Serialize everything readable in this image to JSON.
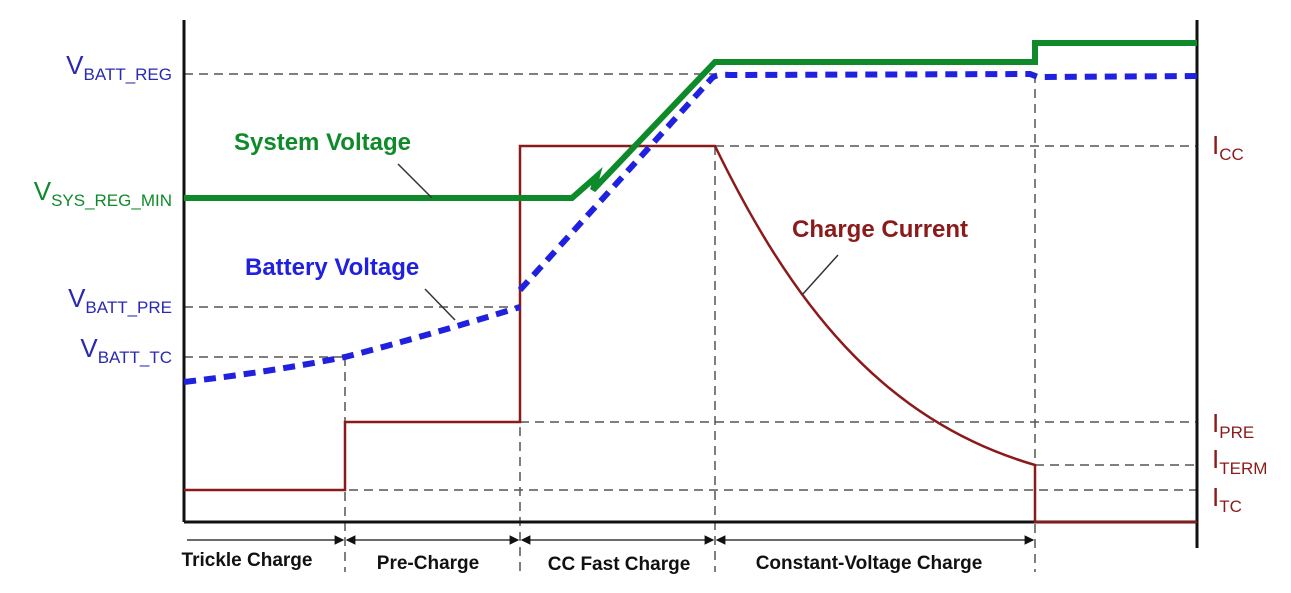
{
  "colors": {
    "system_voltage": "#0f8a2a",
    "battery_voltage": "#2020e0",
    "charge_current": "#8b1a1a",
    "left_label_blue": "#2a2ab0"
  },
  "left_labels": {
    "vbatt_reg": {
      "main": "V",
      "sub": "BATT_REG"
    },
    "vsys_reg_min": {
      "main": "V",
      "sub": "SYS_REG_MIN"
    },
    "vbatt_pre": {
      "main": "V",
      "sub": "BATT_PRE"
    },
    "vbatt_tc": {
      "main": "V",
      "sub": "BATT_TC"
    }
  },
  "right_labels": {
    "icc": {
      "main": "I",
      "sub": "CC"
    },
    "ipre": {
      "main": "I",
      "sub": "PRE"
    },
    "iterm": {
      "main": "I",
      "sub": "TERM"
    },
    "itc": {
      "main": "I",
      "sub": "TC"
    }
  },
  "curve_labels": {
    "system_voltage": "System Voltage",
    "battery_voltage": "Battery Voltage",
    "charge_current": "Charge Current"
  },
  "phases": [
    "Trickle Charge",
    "Pre-Charge",
    "CC Fast Charge",
    "Constant-Voltage Charge"
  ]
}
